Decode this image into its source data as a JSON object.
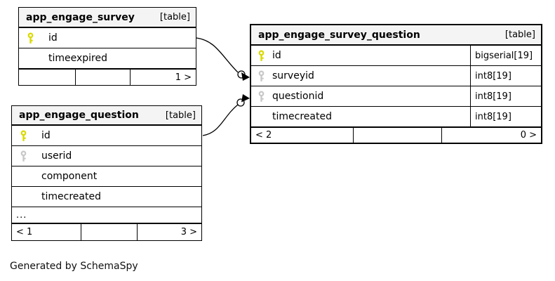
{
  "diagram": {
    "generated_note": "Generated by SchemaSpy"
  },
  "colors": {
    "primary_key_icon": "#d9d900",
    "foreign_key_icon": "#c8c8c8",
    "header_background": "#f4f4f4",
    "border": "#000000"
  },
  "tables": [
    {
      "name": "app_engage_survey",
      "tag": "[table]",
      "columns": [
        {
          "name": "id",
          "key": "primary"
        },
        {
          "name": "timeexpired",
          "key": "none"
        }
      ],
      "footer": {
        "left": "",
        "middle": "",
        "right": "1 >"
      }
    },
    {
      "name": "app_engage_question",
      "tag": "[table]",
      "columns": [
        {
          "name": "id",
          "key": "primary"
        },
        {
          "name": "userid",
          "key": "foreign"
        },
        {
          "name": "component",
          "key": "none"
        },
        {
          "name": "timecreated",
          "key": "none"
        }
      ],
      "ellipsis": "...",
      "footer": {
        "left": "< 1",
        "middle": "",
        "right": "3 >"
      }
    },
    {
      "name": "app_engage_survey_question",
      "tag": "[table]",
      "columns": [
        {
          "name": "id",
          "key": "primary",
          "type": "bigserial[19]"
        },
        {
          "name": "surveyid",
          "key": "foreign",
          "type": "int8[19]"
        },
        {
          "name": "questionid",
          "key": "foreign",
          "type": "int8[19]"
        },
        {
          "name": "timecreated",
          "key": "none",
          "type": "int8[19]"
        }
      ],
      "footer": {
        "left": "< 2",
        "middle": "",
        "right": "0 >"
      }
    }
  ],
  "relationships": [
    {
      "from": "app_engage_survey.id",
      "to": "app_engage_survey_question.surveyid"
    },
    {
      "from": "app_engage_question.id",
      "to": "app_engage_survey_question.questionid"
    }
  ]
}
